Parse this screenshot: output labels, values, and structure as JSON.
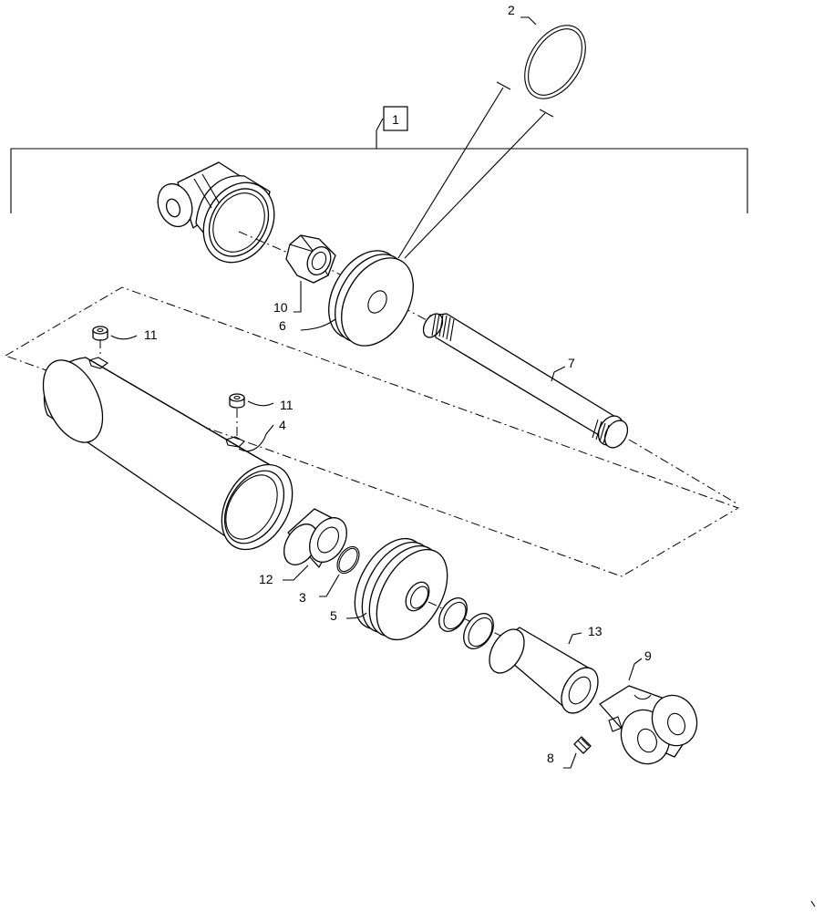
{
  "diagram": {
    "callouts": {
      "c1": "1",
      "c2": "2",
      "c3": "3",
      "c4": "4",
      "c5": "5",
      "c6": "6",
      "c7": "7",
      "c8": "8",
      "c9": "9",
      "c10": "10",
      "c11a": "11",
      "c11b": "11",
      "c12": "12",
      "c13": "13"
    }
  }
}
